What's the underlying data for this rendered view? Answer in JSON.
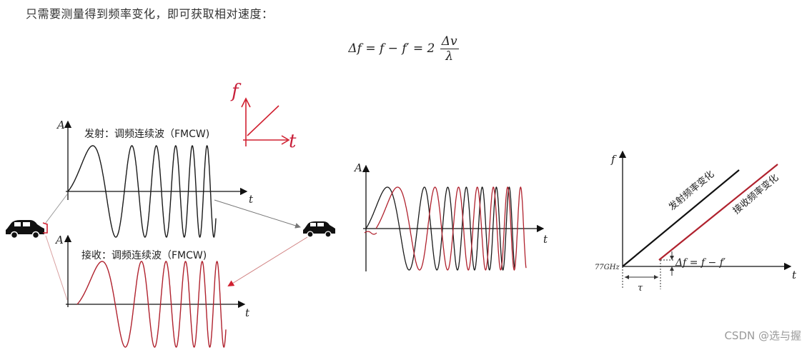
{
  "intro_text": "只需要测量得到频率变化，即可获取相对速度：",
  "formula": {
    "lhs": "Δf = f − f′ = 2",
    "numerator": "Δv",
    "denominator": "λ"
  },
  "tx_panel": {
    "y_label": "A",
    "x_label": "t",
    "caption": "发射：调频连续波（FMCW)"
  },
  "rx_panel": {
    "y_label": "A",
    "x_label": "t",
    "caption": "接收：调频连续波（FMCW)"
  },
  "overlay_panel": {
    "y_label": "A",
    "x_label": "t"
  },
  "freq_panel": {
    "y_label": "f",
    "x_label": "t",
    "start_freq": "77GHz",
    "tx_line_label": "发射频率变化",
    "rx_line_label": "接收频率变化",
    "delta_label": "Δf = f − f′",
    "delay_label": "τ"
  },
  "handwriting": {
    "f": "f",
    "t": "t"
  },
  "colors": {
    "tx": "#1a1a1a",
    "rx": "#b0222e",
    "arrow_red": "#d02030",
    "axis": "#111111"
  },
  "watermark": "CSDN @选与握"
}
